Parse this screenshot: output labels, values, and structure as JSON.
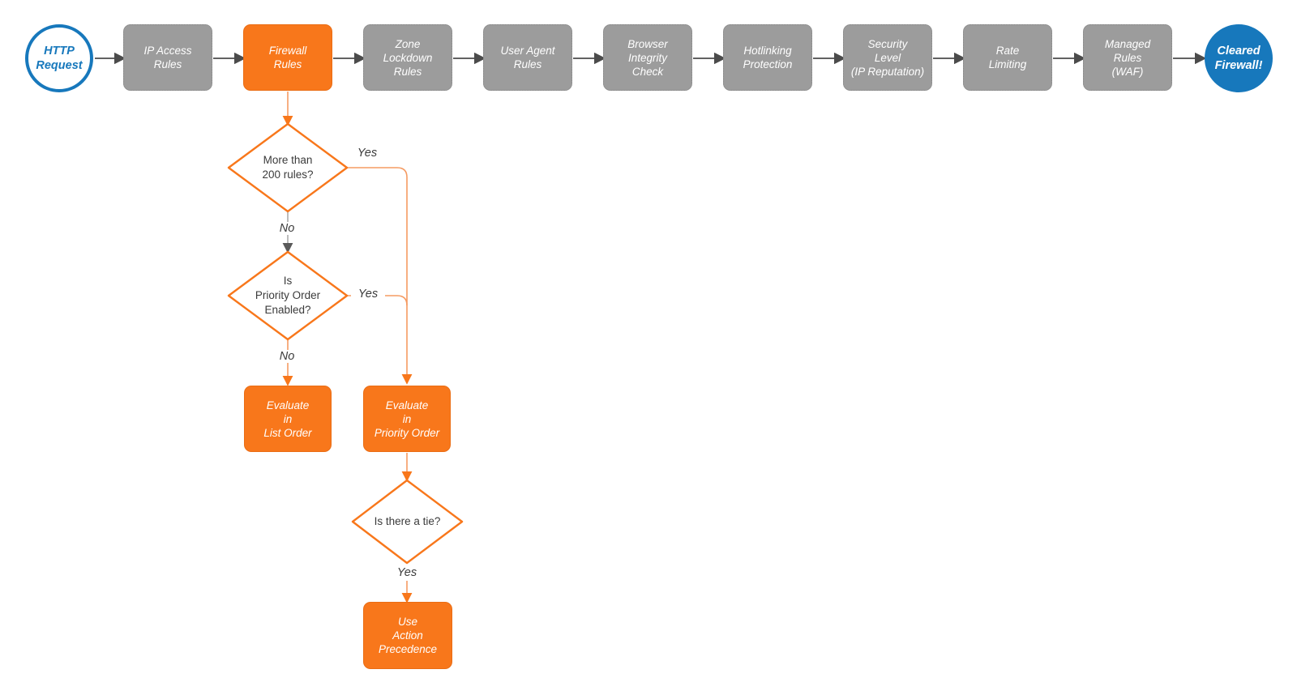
{
  "colors": {
    "orange": "#F8771B",
    "orange-line": "#F59B62",
    "gray": "#9C9C9C",
    "blue": "#1778BC",
    "arrow-dark": "#4B4B4B",
    "text-dark": "#3B3B3B"
  },
  "pipeline": {
    "start": {
      "lines": [
        "HTTP",
        "Request"
      ]
    },
    "steps": [
      {
        "lines": [
          "IP Access",
          "Rules"
        ]
      },
      {
        "lines": [
          "Firewall",
          "Rules"
        ]
      },
      {
        "lines": [
          "Zone",
          "Lockdown",
          "Rules"
        ]
      },
      {
        "lines": [
          "User Agent",
          "Rules"
        ]
      },
      {
        "lines": [
          "Browser",
          "Integrity",
          "Check"
        ]
      },
      {
        "lines": [
          "Hotlinking",
          "Protection"
        ]
      },
      {
        "lines": [
          "Security",
          "Level",
          "(IP Reputation)"
        ]
      },
      {
        "lines": [
          "Rate",
          "Limiting"
        ]
      },
      {
        "lines": [
          "Managed",
          "Rules",
          "(WAF)"
        ]
      }
    ],
    "end": {
      "lines": [
        "Cleared",
        "Firewall!"
      ]
    }
  },
  "decision_tree": {
    "more_than_200": {
      "lines": [
        "More than",
        "200 rules?"
      ]
    },
    "priority_enabled": {
      "lines": [
        "Is",
        "Priority Order",
        "Enabled?"
      ]
    },
    "tie": {
      "lines": [
        "Is there a tie?"
      ]
    },
    "list_order": {
      "lines": [
        "Evaluate",
        "in",
        "List Order"
      ]
    },
    "priority_order": {
      "lines": [
        "Evaluate",
        "in",
        "Priority Order"
      ]
    },
    "action_precedence": {
      "lines": [
        "Use",
        "Action",
        "Precedence"
      ]
    },
    "labels": {
      "more_than_200_yes": "Yes",
      "more_than_200_no": "No",
      "priority_enabled_yes": "Yes",
      "priority_enabled_no": "No",
      "tie_yes": "Yes"
    }
  }
}
